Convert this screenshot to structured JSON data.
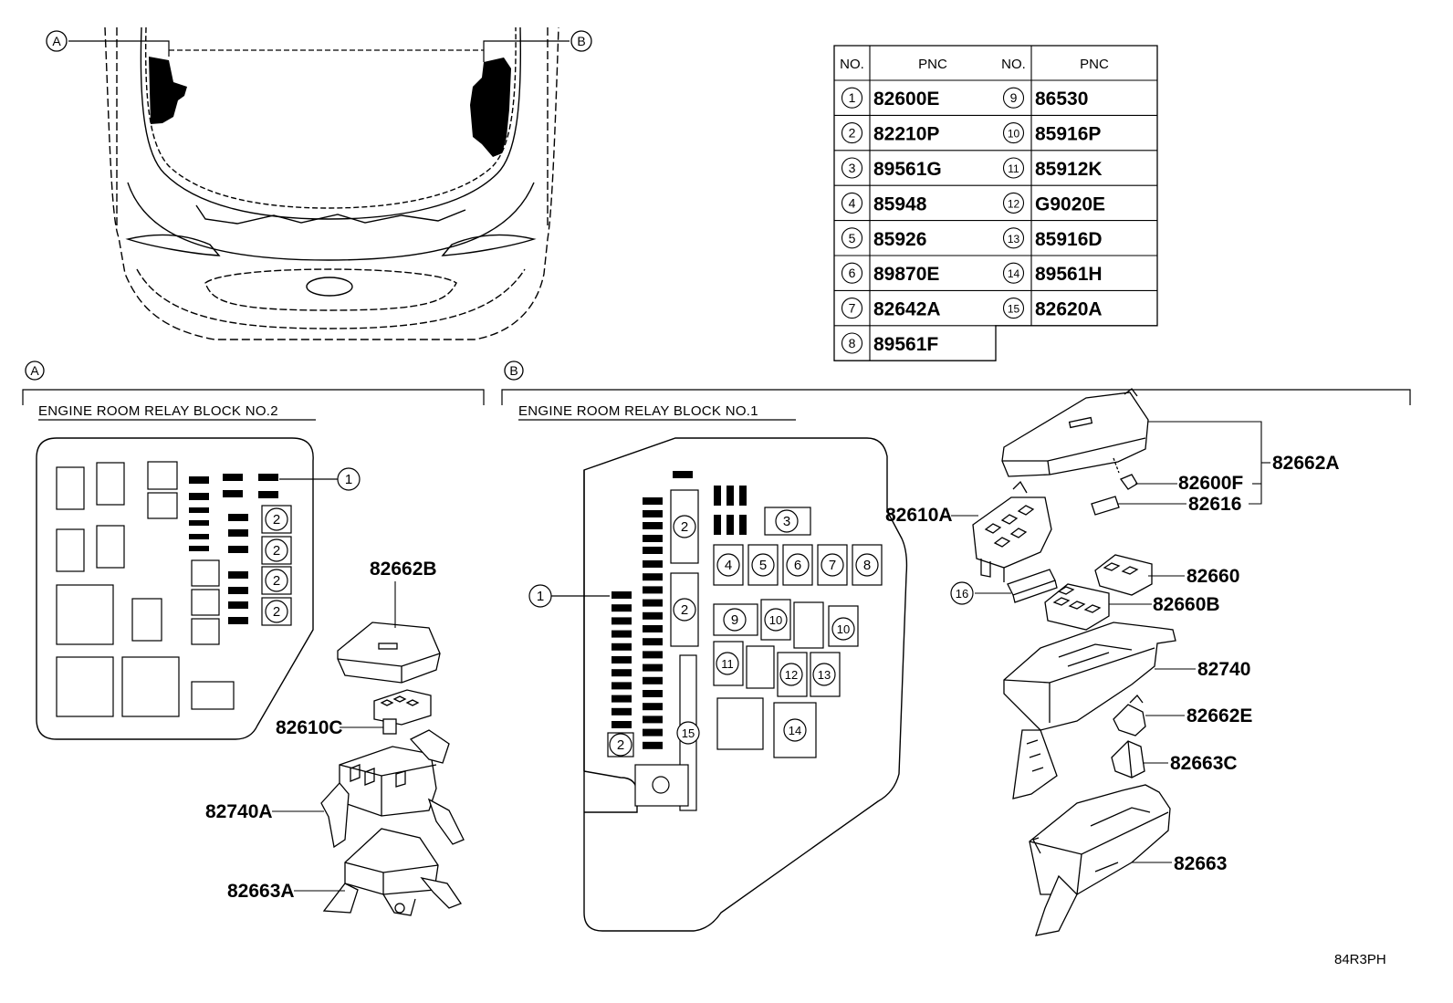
{
  "top_refs": {
    "a": "A",
    "b": "B"
  },
  "sections": {
    "a": {
      "letter": "A",
      "title": "ENGINE ROOM RELAY BLOCK NO.2"
    },
    "b": {
      "letter": "B",
      "title": "ENGINE ROOM RELAY BLOCK NO.1"
    }
  },
  "pnc_table": {
    "header_no": "NO.",
    "header_pnc": "PNC",
    "rows": [
      {
        "no": "1",
        "pnc": "82600E"
      },
      {
        "no": "2",
        "pnc": "82210P"
      },
      {
        "no": "3",
        "pnc": "89561G"
      },
      {
        "no": "4",
        "pnc": "85948"
      },
      {
        "no": "5",
        "pnc": "85926"
      },
      {
        "no": "6",
        "pnc": "89870E"
      },
      {
        "no": "7",
        "pnc": "82642A"
      },
      {
        "no": "8",
        "pnc": "89561F"
      },
      {
        "no": "9",
        "pnc": "86530"
      },
      {
        "no": "10",
        "pnc": "85916P"
      },
      {
        "no": "11",
        "pnc": "85912K"
      },
      {
        "no": "12",
        "pnc": "G9020E"
      },
      {
        "no": "13",
        "pnc": "85916D"
      },
      {
        "no": "14",
        "pnc": "89561H"
      },
      {
        "no": "15",
        "pnc": "82620A"
      }
    ]
  },
  "part_labels": {
    "p82662b": "82662B",
    "p82610c": "82610C",
    "p82740a": "82740A",
    "p82663a": "82663A",
    "p82662a": "82662A",
    "p82600f": "82600F",
    "p82616": "82616",
    "p82610a": "82610A",
    "p82660": "82660",
    "p82660b": "82660B",
    "p82740": "82740",
    "p82662e": "82662E",
    "p82663c": "82663C",
    "p82663": "82663"
  },
  "callouts": {
    "c1": "1",
    "c2": "2",
    "c3": "3",
    "c4": "4",
    "c5": "5",
    "c6": "6",
    "c7": "7",
    "c8": "8",
    "c9": "9",
    "c10": "10",
    "c11": "11",
    "c12": "12",
    "c13": "13",
    "c14": "14",
    "c15": "15",
    "c16": "16"
  },
  "figure_code": "84R3PH"
}
